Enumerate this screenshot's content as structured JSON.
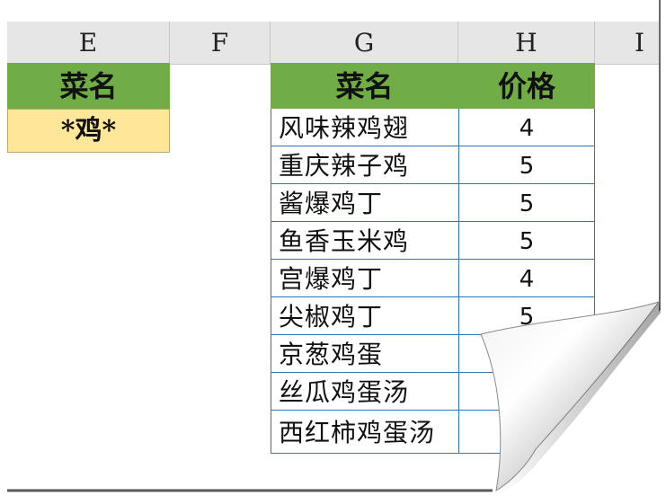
{
  "columns": [
    "E",
    "F",
    "G",
    "H",
    "I"
  ],
  "criteria": {
    "header": "菜名",
    "value": "*鸡*"
  },
  "table": {
    "headers": [
      "菜名",
      "价格"
    ],
    "rows": [
      {
        "name": "风味辣鸡翅",
        "price": "4"
      },
      {
        "name": "重庆辣子鸡",
        "price": "5"
      },
      {
        "name": "酱爆鸡丁",
        "price": "5"
      },
      {
        "name": "鱼香玉米鸡",
        "price": "5"
      },
      {
        "name": "宫爆鸡丁",
        "price": "4"
      },
      {
        "name": "尖椒鸡丁",
        "price": "5"
      },
      {
        "name": "京葱鸡蛋",
        "price": ""
      },
      {
        "name": "丝瓜鸡蛋汤",
        "price": ""
      },
      {
        "name": "西红柿鸡蛋汤",
        "price": ""
      }
    ]
  },
  "colors": {
    "header_green": "#70ad47",
    "criteria_yellow": "#ffe699",
    "border_blue": "#2e75b6"
  }
}
